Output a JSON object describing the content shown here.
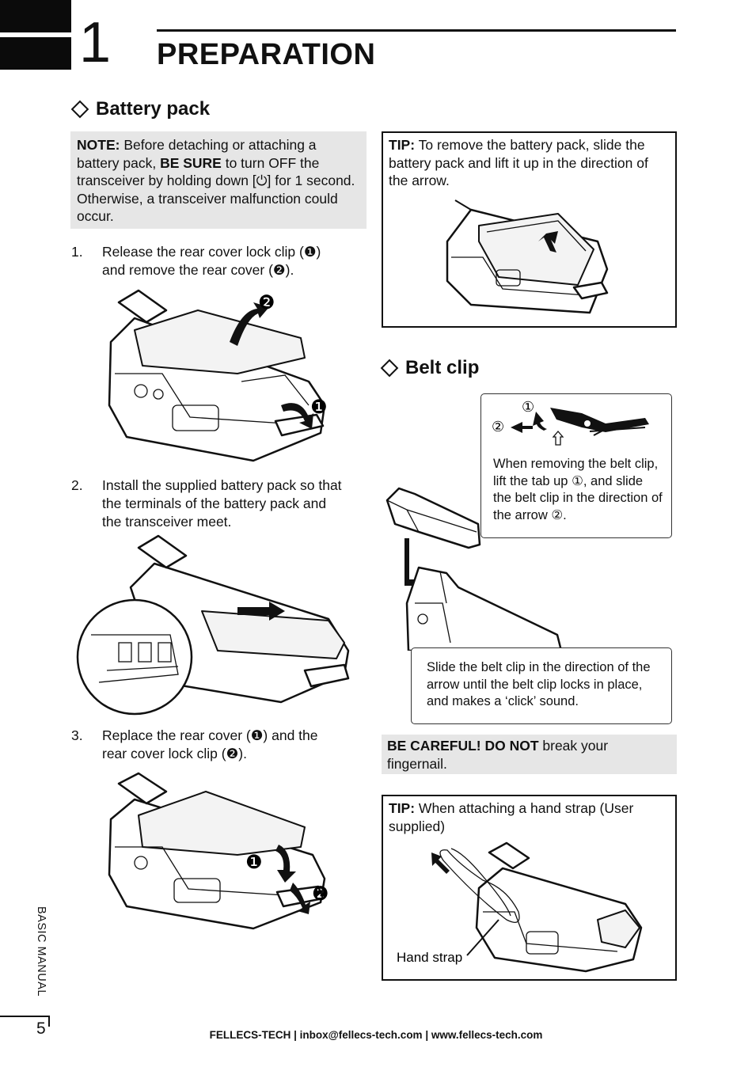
{
  "chapter": {
    "number": "1",
    "title": "PREPARATION"
  },
  "battery_section": {
    "heading": "Battery pack",
    "note": {
      "label": "NOTE:",
      "text1": " Before detaching or attaching a battery pack, ",
      "strong": "BE SURE",
      "text2": " to turn OFF the transceiver by holding down [",
      "power_symbol": "⏻",
      "text3": "] for 1 second. Otherwise, a transceiver malfunction could occur."
    },
    "steps": [
      {
        "number": "1.",
        "line1": "Release the rear cover lock clip (❶)",
        "line2": "and remove the rear cover (❷)."
      },
      {
        "number": "2.",
        "line1": "Install the supplied battery pack so that",
        "line2": "the terminals of the battery pack and",
        "line3": "the transceiver meet."
      },
      {
        "number": "3.",
        "line1": "Replace the rear cover (❶) and the",
        "line2": "rear cover lock clip (❷)."
      }
    ],
    "figure1_markers": [
      "❷",
      "❶"
    ],
    "figure3_markers": [
      "❶",
      "❷"
    ]
  },
  "tip_remove": {
    "label": "TIP:",
    "text": " To remove the battery pack, slide the battery pack and lift it up in the direction of the arrow."
  },
  "belt_section": {
    "heading": "Belt clip",
    "markers": [
      "①",
      "②"
    ],
    "callout_remove": "When removing the belt clip, lift the tab up ①, and slide the belt clip in the direction of the arrow ②.",
    "callout_attach": "Slide the belt clip in the direction of the arrow until the belt clip locks in place, and makes a ‘click’ sound."
  },
  "careful": {
    "strong": "BE CAREFUL! DO NOT",
    "text": " break your fingernail."
  },
  "tip_strap": {
    "label": "TIP:",
    "text": " When attaching a hand strap (User supplied)",
    "strap_label": "Hand strap"
  },
  "side_label": "BASIC MANUAL",
  "page_number": "5",
  "footer": {
    "company": "FELLECS-TECH",
    "separator": " | ",
    "email": "inbox@fellecs-tech.com",
    "website": "www.fellecs-tech.com"
  }
}
